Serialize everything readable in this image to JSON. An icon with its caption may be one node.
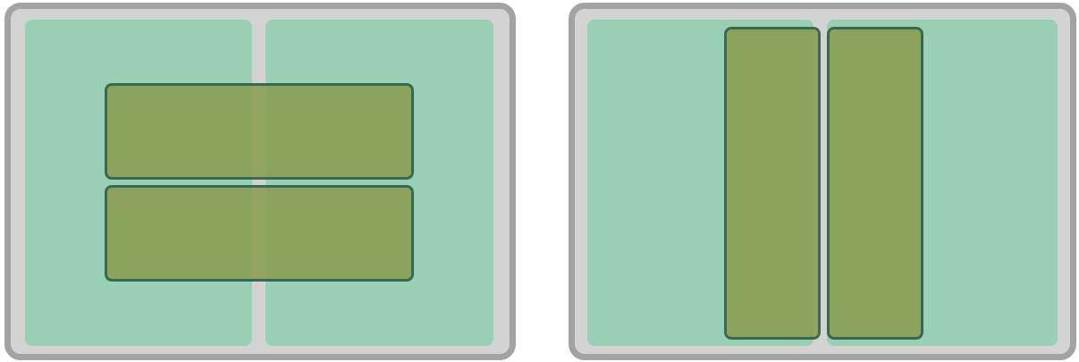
{
  "diagram": {
    "nodes": [
      {
        "text": [],
        "shape": "box"
      },
      {
        "text": [],
        "shape": "box",
        "in": 0
      },
      {
        "text": [],
        "shape": "box",
        "in": 0
      },
      {
        "text": [],
        "shape": "box",
        "in": 0
      },
      {
        "text": [],
        "shape": "box",
        "in": 0
      },
      {
        "text": [],
        "shape": "box"
      },
      {
        "text": [],
        "shape": "box",
        "in": 5
      },
      {
        "text": [],
        "shape": "box",
        "in": 5
      },
      {
        "text": [],
        "shape": "box",
        "in": 5
      },
      {
        "text": [],
        "shape": "box",
        "in": 7
      }
    ]
  }
}
